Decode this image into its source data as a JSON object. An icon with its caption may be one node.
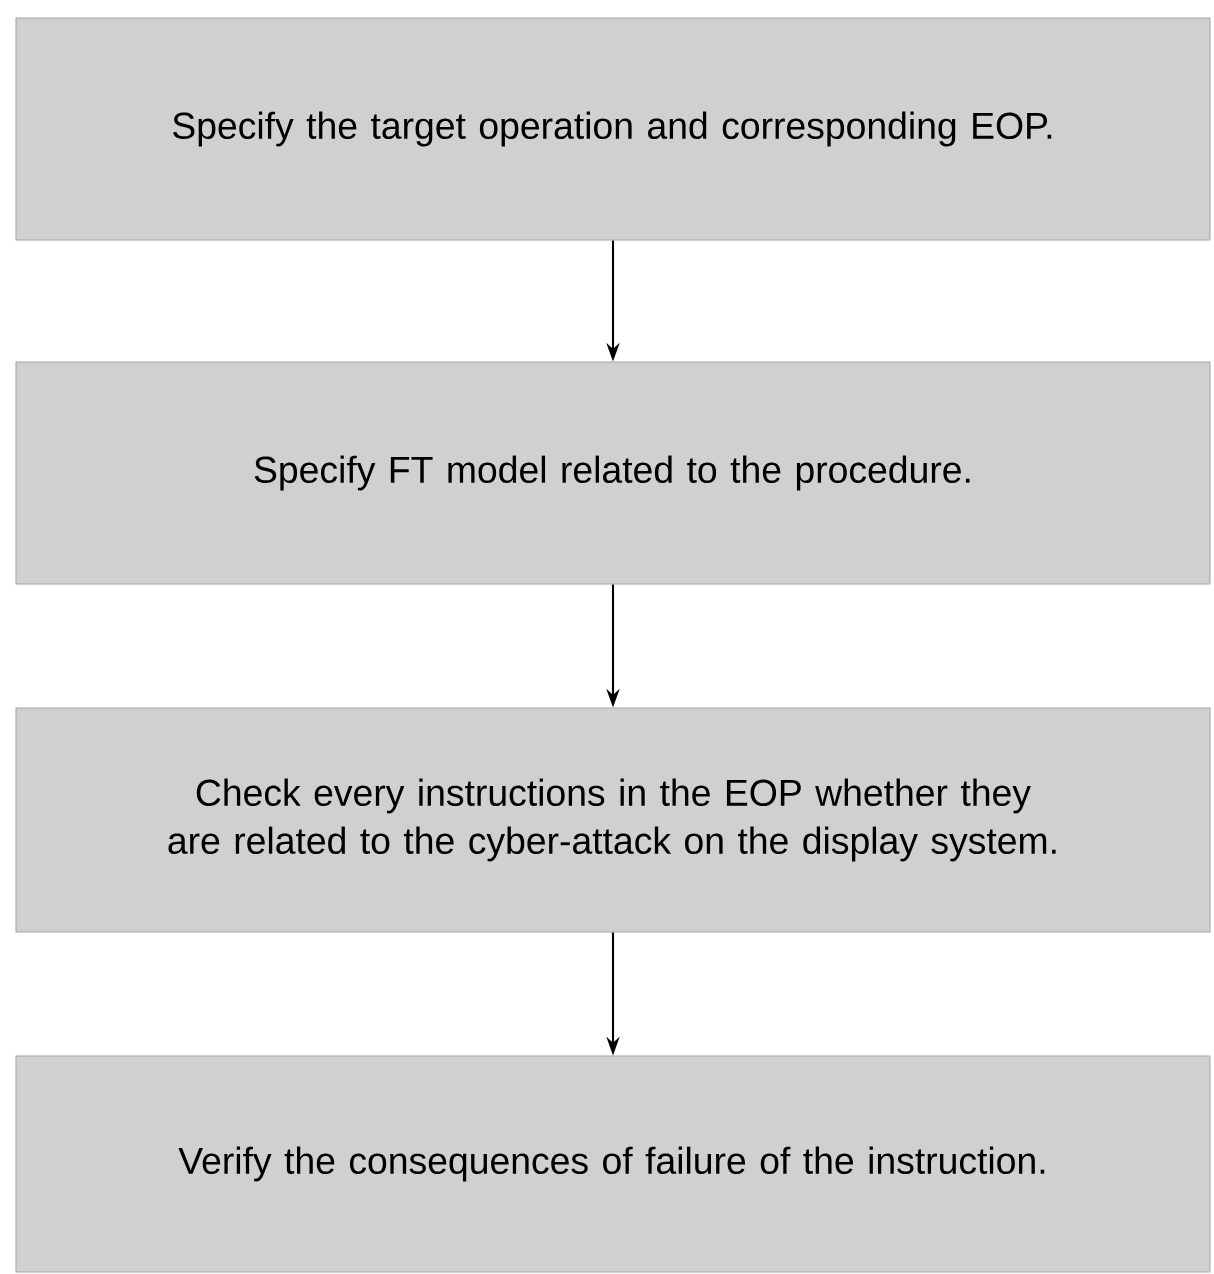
{
  "diagram": {
    "nodes": [
      {
        "text": [
          "Specify the target operation and corresponding EOP."
        ]
      },
      {
        "text": [
          "Specify FT model related to the procedure."
        ]
      },
      {
        "text": [
          "Check every instructions in the EOP whether they are related to the cyber-attack on the display system."
        ]
      },
      {
        "text": [
          "Verify the consequences of failure of the instruction."
        ]
      }
    ],
    "edges": [
      {
        "from": 0,
        "to": 1,
        "arrow": "to"
      },
      {
        "from": 1,
        "to": 2,
        "arrow": "to"
      },
      {
        "from": 2,
        "to": 3,
        "arrow": "to"
      }
    ]
  }
}
